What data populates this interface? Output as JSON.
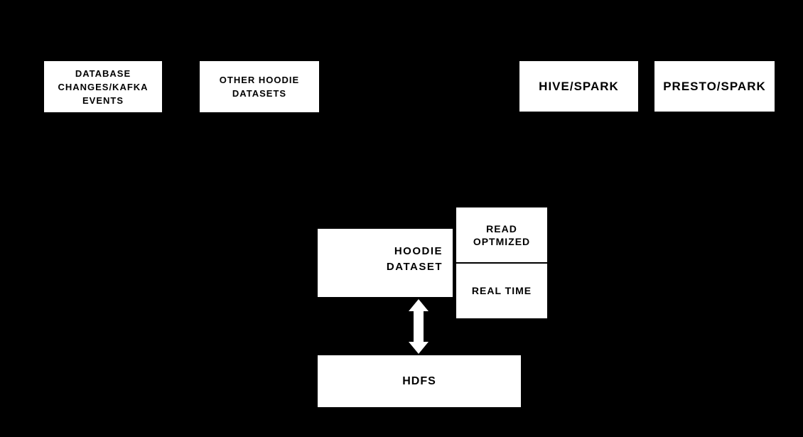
{
  "diagram": {
    "title": "Hoodie dataset storage architecture diagram",
    "colors": {
      "background": "#000000",
      "box_fill": "#ffffff",
      "text": "#000000",
      "arrow": "#ffffff"
    },
    "nodes": {
      "database_changes": {
        "label": "DATABASE\nCHANGES/KAFKA\nEVENTS"
      },
      "other_hoodie_datasets": {
        "label": "OTHER HOODIE\nDATASETS"
      },
      "hive_spark": {
        "label": "HIVE/SPARK"
      },
      "presto_spark": {
        "label": "PRESTO/SPARK"
      },
      "hoodie_dataset": {
        "label": "HOODIE\nDATASET"
      },
      "read_optmized": {
        "label": "READ\nOPTMIZED"
      },
      "real_time": {
        "label": "REAL TIME"
      },
      "hdfs": {
        "label": "HDFS"
      }
    },
    "connectors": {
      "hoodie_hdfs": {
        "type": "double-headed-vertical-arrow"
      }
    }
  }
}
